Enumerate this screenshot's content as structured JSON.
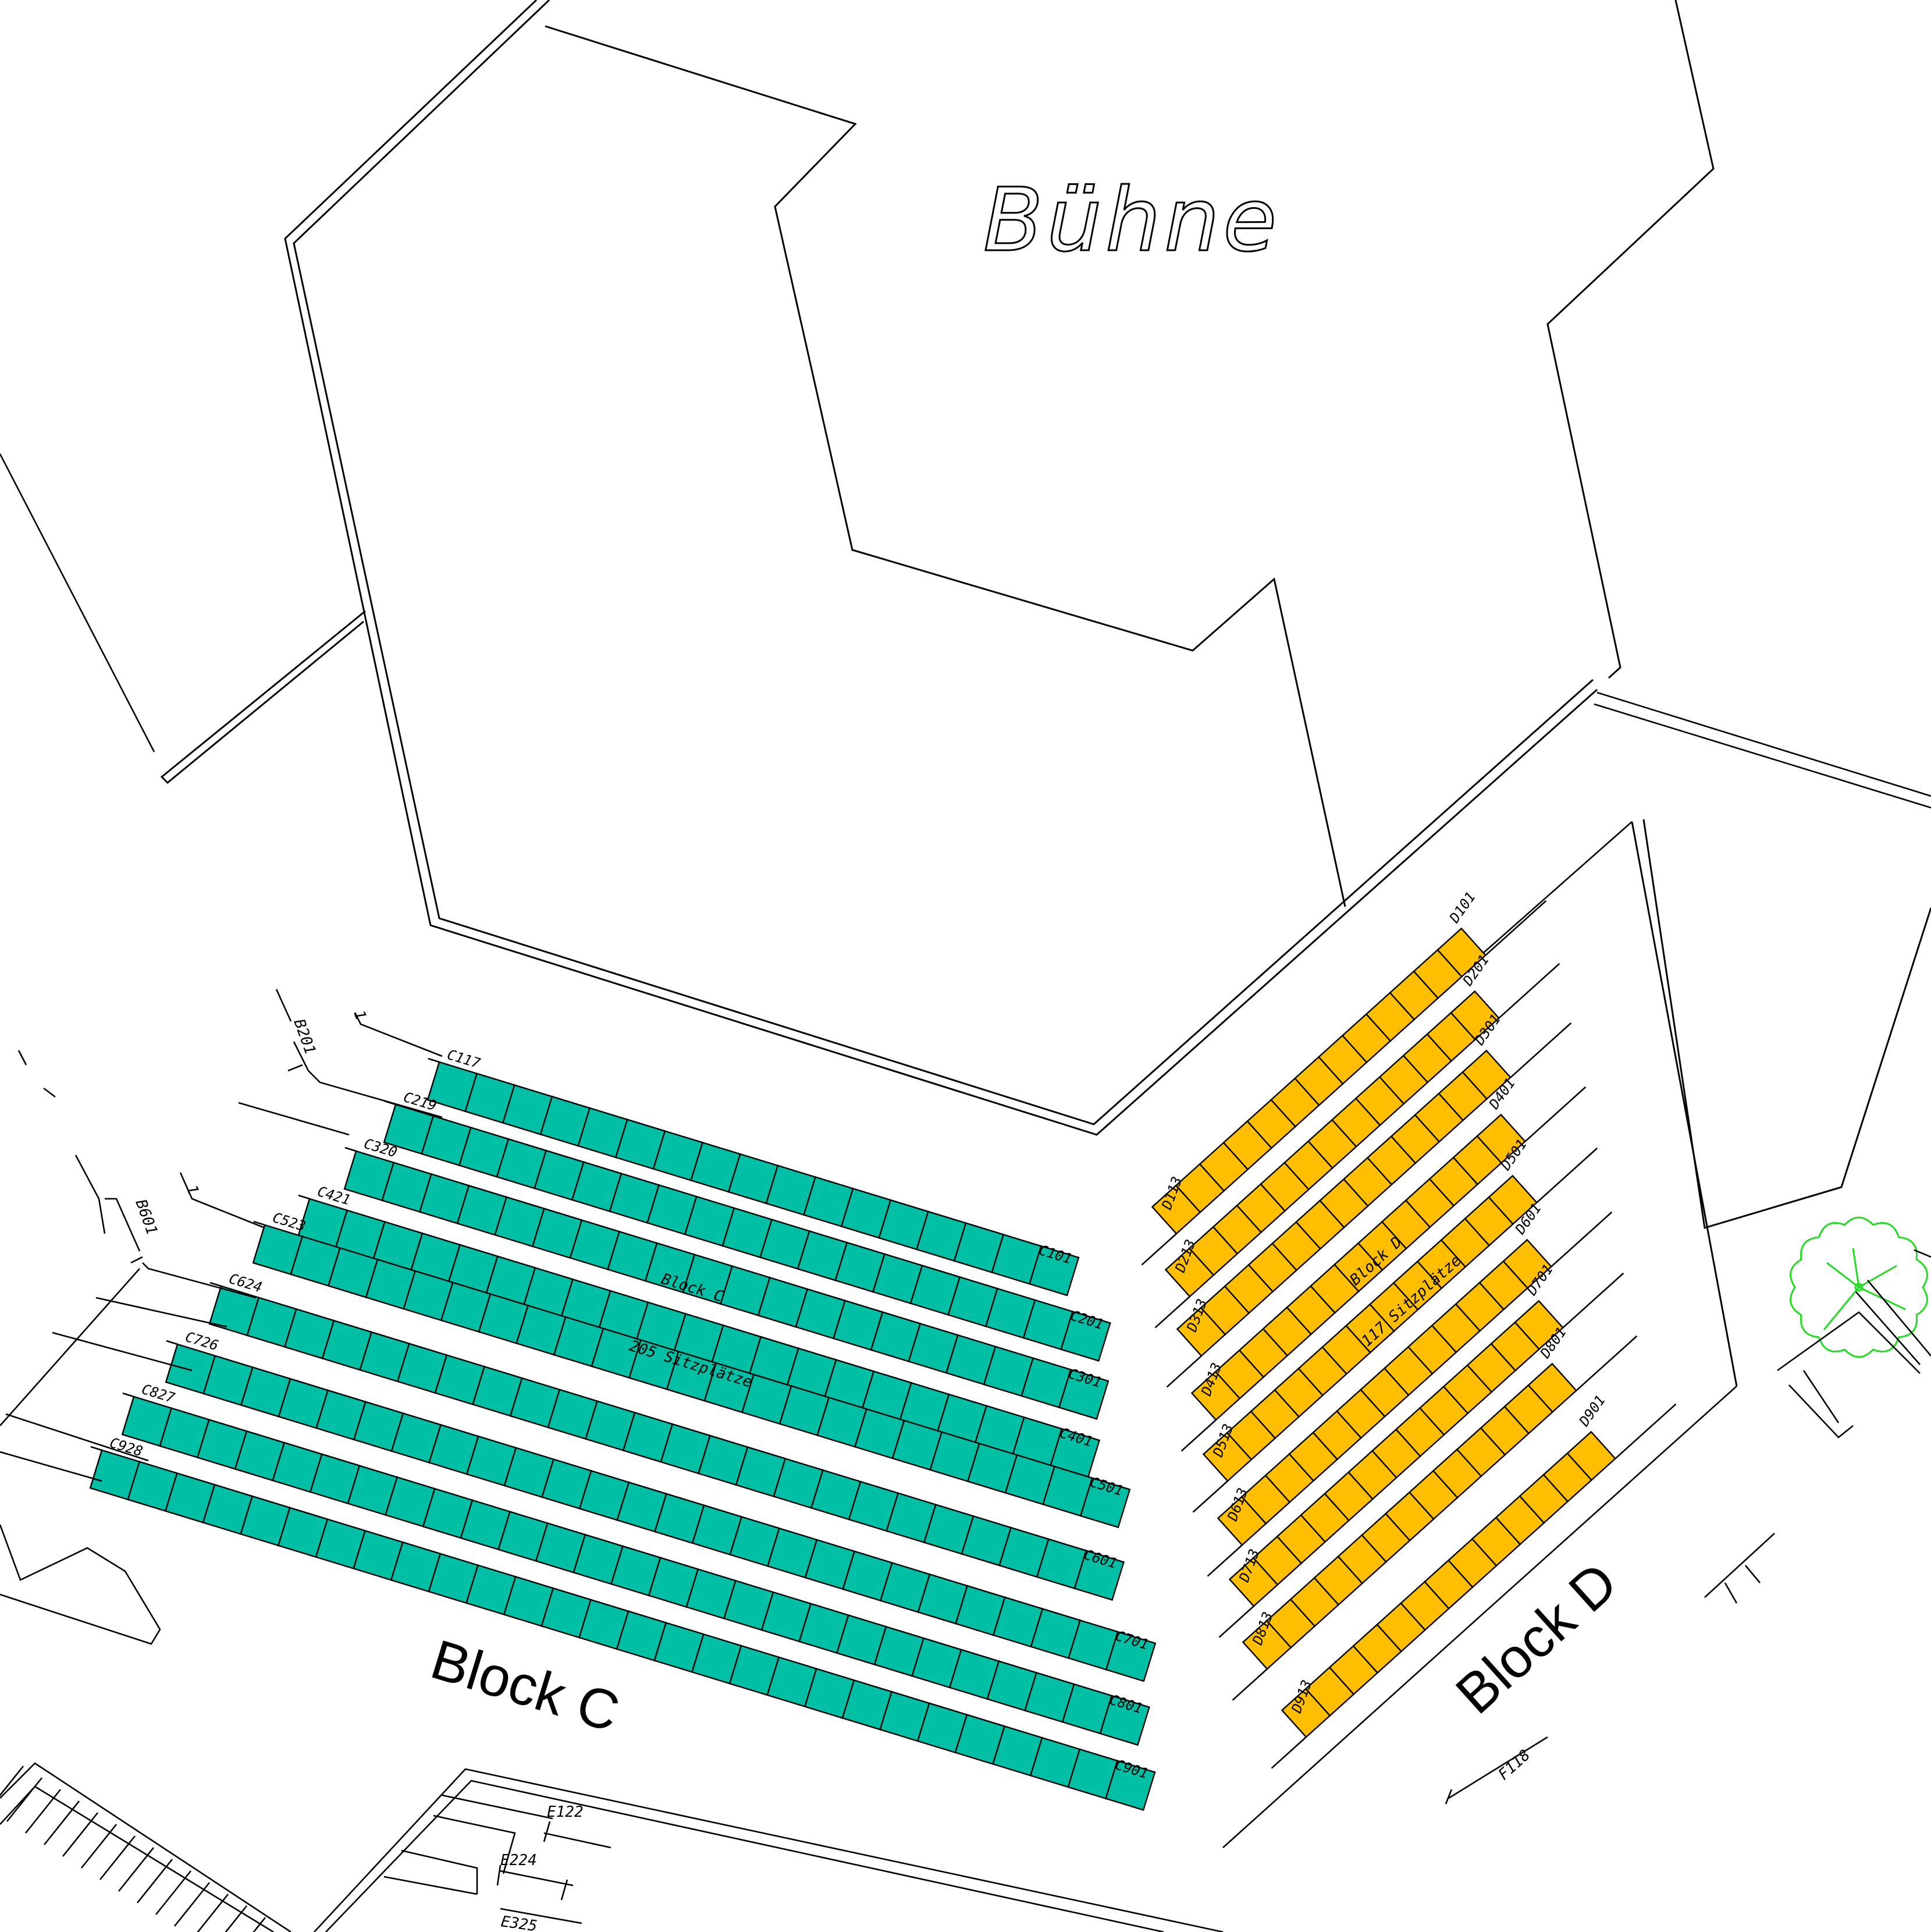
{
  "stage": {
    "label": "Bühne"
  },
  "blocks": {
    "c": {
      "title": "Block C",
      "inner_label": "Block C",
      "capacity_label": "205 Sitzplätze",
      "color": "#00bfa5",
      "rows": [
        {
          "first": "C101",
          "last": "C117",
          "seats": 17
        },
        {
          "first": "C201",
          "last": "C219",
          "seats": 19
        },
        {
          "first": "C301",
          "last": "C320",
          "seats": 20
        },
        {
          "first": "C401",
          "last": "C421",
          "seats": 21
        },
        {
          "first": "C501",
          "last": "C523",
          "seats": 23
        },
        {
          "first": "C601",
          "last": "C624",
          "seats": 24
        },
        {
          "first": "C701",
          "last": "C726",
          "seats": 26
        },
        {
          "first": "C801",
          "last": "C827",
          "seats": 27
        },
        {
          "first": "C901",
          "last": "C928",
          "seats": 28
        }
      ]
    },
    "d": {
      "title": "Block D",
      "inner_label": "Block D",
      "capacity_label": "117 Sitzplätze",
      "color": "#ffbf00",
      "rows": [
        {
          "first": "D101",
          "last": "D113",
          "seats": 13
        },
        {
          "first": "D201",
          "last": "D213",
          "seats": 13
        },
        {
          "first": "D301",
          "last": "D313",
          "seats": 13
        },
        {
          "first": "D401",
          "last": "D413",
          "seats": 13
        },
        {
          "first": "D501",
          "last": "D513",
          "seats": 13
        },
        {
          "first": "D601",
          "last": "D613",
          "seats": 13
        },
        {
          "first": "D701",
          "last": "D713",
          "seats": 13
        },
        {
          "first": "D801",
          "last": "D813",
          "seats": 13
        },
        {
          "first": "D901",
          "last": "D913",
          "seats": 13
        }
      ]
    }
  },
  "markers": {
    "b201": "B201",
    "b601": "B601",
    "one_a": "1",
    "one_b": "1",
    "e122": "E122",
    "e224": "E224",
    "e325": "E325",
    "f118": "F118"
  }
}
